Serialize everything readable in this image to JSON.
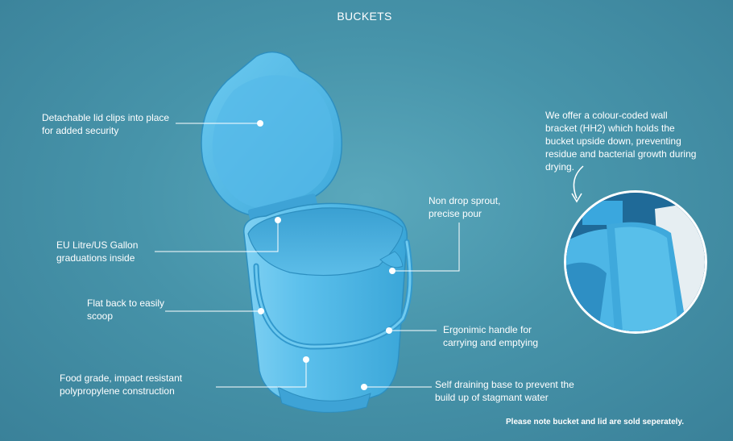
{
  "header": {
    "title": "BUCKETS"
  },
  "callouts": {
    "lid": "Detachable lid clips into place for added security",
    "graduations": "EU Litre/US Gallon graduations inside",
    "flat_back": "Flat back to easily scoop",
    "material": "Food grade, impact resistant polypropylene construction",
    "spout": "Non drop sprout, precise pour",
    "handle": "Ergonimic handle for carrying and emptying",
    "base": "Self draining base to prevent the build up of stagmant water",
    "bracket": "We offer a colour-coded wall bracket (HH2) which holds the bucket upside down, preventing residue and bacterial growth during drying."
  },
  "footer": {
    "note": "Please note bucket and lid are sold seperately."
  },
  "colors": {
    "background": "#4794aa",
    "bucket": "#4fb6e4",
    "bucket_shadow": "#2f97c9",
    "text": "#ffffff"
  }
}
